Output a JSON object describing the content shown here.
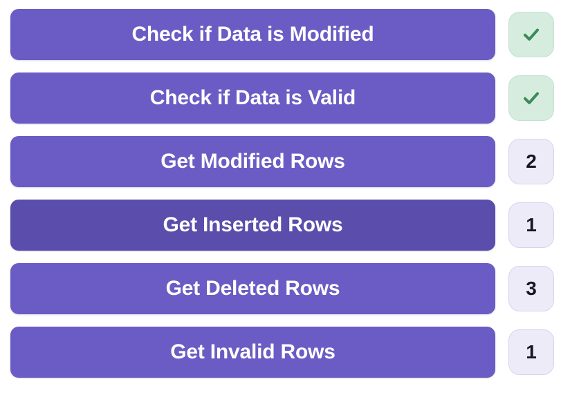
{
  "theme": {
    "bar_color": "#6a5cc4",
    "bar_selected_color": "#5a4dab",
    "bar_text_color": "#ffffff",
    "count_badge_fill": "#eeebf8",
    "count_badge_border": "#d8d2f0",
    "count_badge_text": "#17171f",
    "check_badge_fill": "#d6ecdf",
    "check_badge_border": "#c2e2cf",
    "check_mark_color": "#3c8a57",
    "page_background": "#ffffff"
  },
  "actions": [
    {
      "label": "Check if Data is Modified",
      "badge_type": "check",
      "badge_value": "✓",
      "selected": false
    },
    {
      "label": "Check if Data is Valid",
      "badge_type": "check",
      "badge_value": "✓",
      "selected": false
    },
    {
      "label": "Get Modified Rows",
      "badge_type": "count",
      "badge_value": "2",
      "selected": false
    },
    {
      "label": "Get Inserted Rows",
      "badge_type": "count",
      "badge_value": "1",
      "selected": true
    },
    {
      "label": "Get Deleted Rows",
      "badge_type": "count",
      "badge_value": "3",
      "selected": false
    },
    {
      "label": "Get Invalid Rows",
      "badge_type": "count",
      "badge_value": "1",
      "selected": false
    }
  ]
}
